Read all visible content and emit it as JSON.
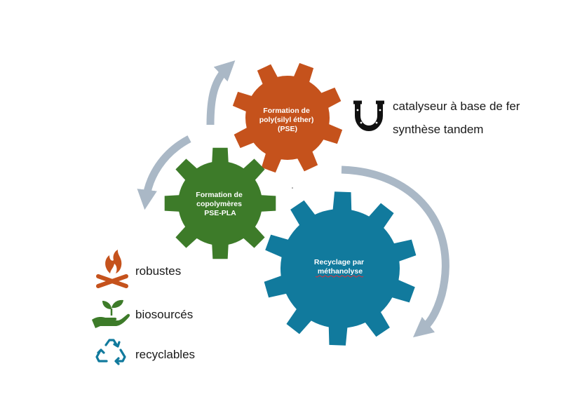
{
  "colors": {
    "orange": "#c5521c",
    "green": "#3d7b29",
    "blue": "#117a9d",
    "arrow": "#aab8c6",
    "text": "#1a1a1a",
    "squiggle": "#e0303a"
  },
  "gears": {
    "pse": {
      "line1": "Formation de",
      "line2": "poly(silyl éther)",
      "line3": "(PSE)"
    },
    "copolymer": {
      "line1": "Formation de",
      "line2": "copolymères",
      "line3": "PSE-PLA"
    },
    "recycling": {
      "line1": "Recyclage par",
      "line2": "méthanolyse"
    }
  },
  "catalyst": {
    "icon": "horseshoe-icon",
    "line1": "catalyseur à base de fer",
    "line2": "synthèse tandem"
  },
  "legend": [
    {
      "icon": "campfire-icon",
      "label": "robustes"
    },
    {
      "icon": "hand-plant-icon",
      "label": "biosourcés"
    },
    {
      "icon": "recycle-icon",
      "label": "recyclables"
    }
  ]
}
